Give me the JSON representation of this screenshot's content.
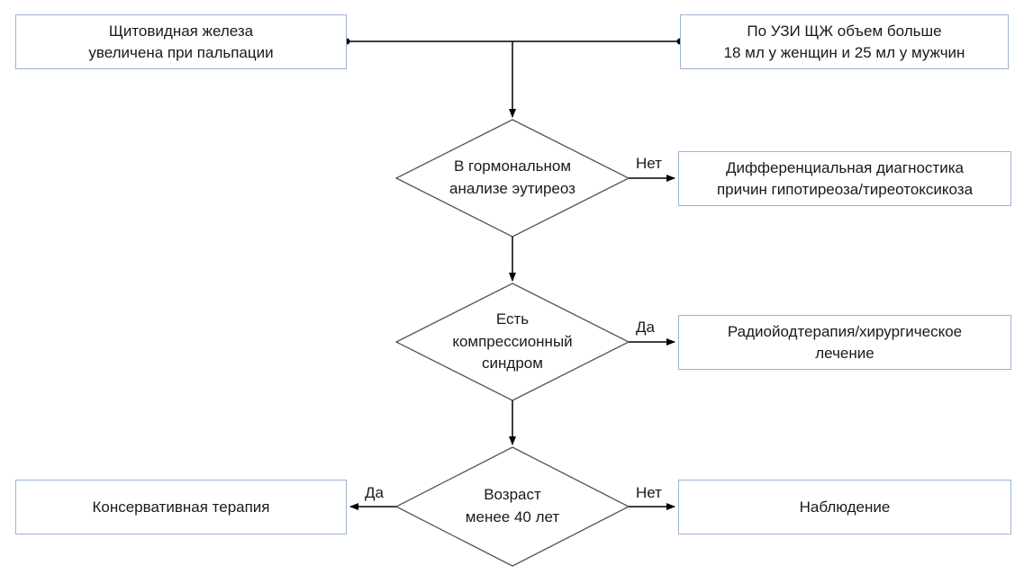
{
  "boxes": {
    "palpation": {
      "lines": [
        "Щитовидная железа",
        "увеличена при пальпации"
      ]
    },
    "ultrasound": {
      "lines": [
        "По УЗИ ЩЖ объем больше",
        "18 мл у женщин и 25 мл у мужчин"
      ]
    },
    "diff_diagnostics": {
      "lines": [
        "Дифференциальная диагностика",
        "причин гипотиреоза/тиреотоксикоза"
      ]
    },
    "radioiodine": {
      "lines": [
        "Радиойодтерапия/хирургическое",
        "лечение"
      ]
    },
    "conservative": {
      "lines": [
        "Консервативная терапия"
      ]
    },
    "observation": {
      "lines": [
        "Наблюдение"
      ]
    }
  },
  "decisions": {
    "euthyroid": {
      "lines": [
        "В гормональном",
        "анализе эутиреоз"
      ]
    },
    "compression": {
      "lines": [
        "Есть",
        "компрессионный",
        "синдром"
      ]
    },
    "age": {
      "lines": [
        "Возраст",
        "менее 40 лет"
      ]
    }
  },
  "edge_labels": {
    "euthyroid_no": "Нет",
    "compression_yes": "Да",
    "age_yes": "Да",
    "age_no": "Нет"
  },
  "colors": {
    "box_border": "#9db3d6",
    "line": "#000000",
    "diamond_border": "#555555"
  }
}
